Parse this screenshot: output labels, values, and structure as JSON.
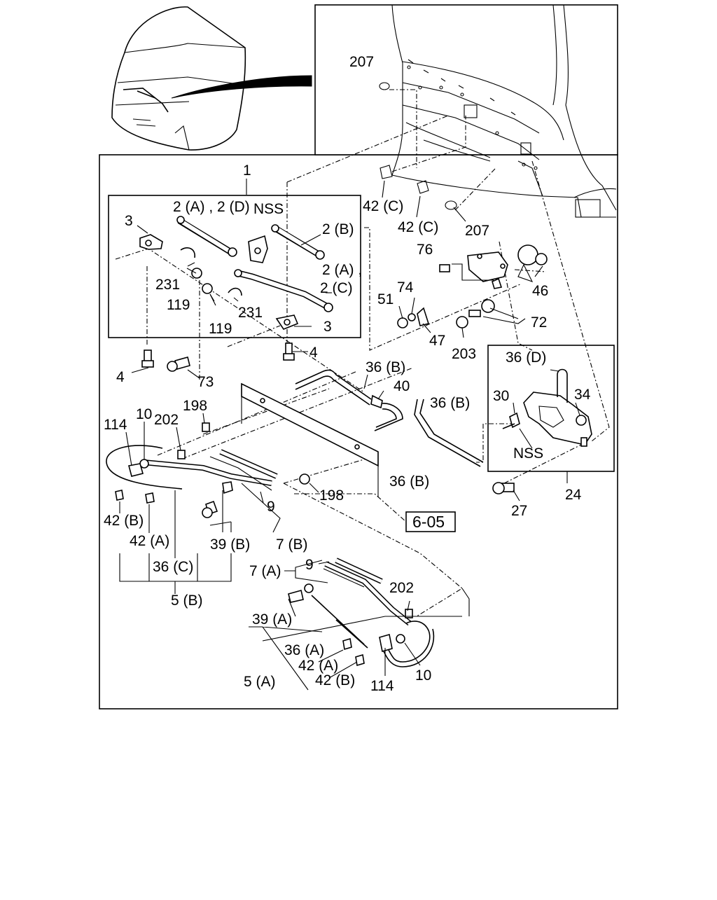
{
  "labels": {
    "l1": "1",
    "l2ad": "2 (A) , 2 (D)",
    "nss1": "NSS",
    "l3a": "3",
    "l3b": "3",
    "l2b": "2 (B)",
    "l2a": "2 (A) ,",
    "l2c": "2 (C)",
    "l231a": "231",
    "l231b": "231",
    "l119a": "119",
    "l119b": "119",
    "l4a": "4",
    "l4b": "4",
    "l73": "73",
    "l207a": "207",
    "l207b": "207",
    "l42c1": "42 (C)",
    "l42c2": "42 (C)",
    "l76": "76",
    "l46": "46",
    "l74": "74",
    "l51": "51",
    "l72": "72",
    "l47": "47",
    "l203": "203",
    "l36d": "36 (D)",
    "l30": "30",
    "l34": "34",
    "nss2": "NSS",
    "l24": "24",
    "l27": "27",
    "l36b1": "36 (B)",
    "l40": "40",
    "l36b2": "36 (B)",
    "l36b3": "36 (B)",
    "l198a": "198",
    "l198b": "198",
    "l114a": "114",
    "l10a": "10",
    "l202a": "202",
    "l9a": "9",
    "l7b": "7 (B)",
    "l39b": "39 (B)",
    "l42b1": "42 (B)",
    "l42a1": "42 (A)",
    "l36c": "36 (C)",
    "l5b": "5 (B)",
    "l7a": "7 (A)",
    "l9b": "9",
    "l202b": "202",
    "l39a": "39 (A)",
    "l36a": "36 (A)",
    "l42a2": "42 (A)",
    "l42b2": "42 (B)",
    "l5a": "5 (A)",
    "l114b": "114",
    "l10b": "10"
  },
  "reference_box": {
    "text": "6-05"
  }
}
